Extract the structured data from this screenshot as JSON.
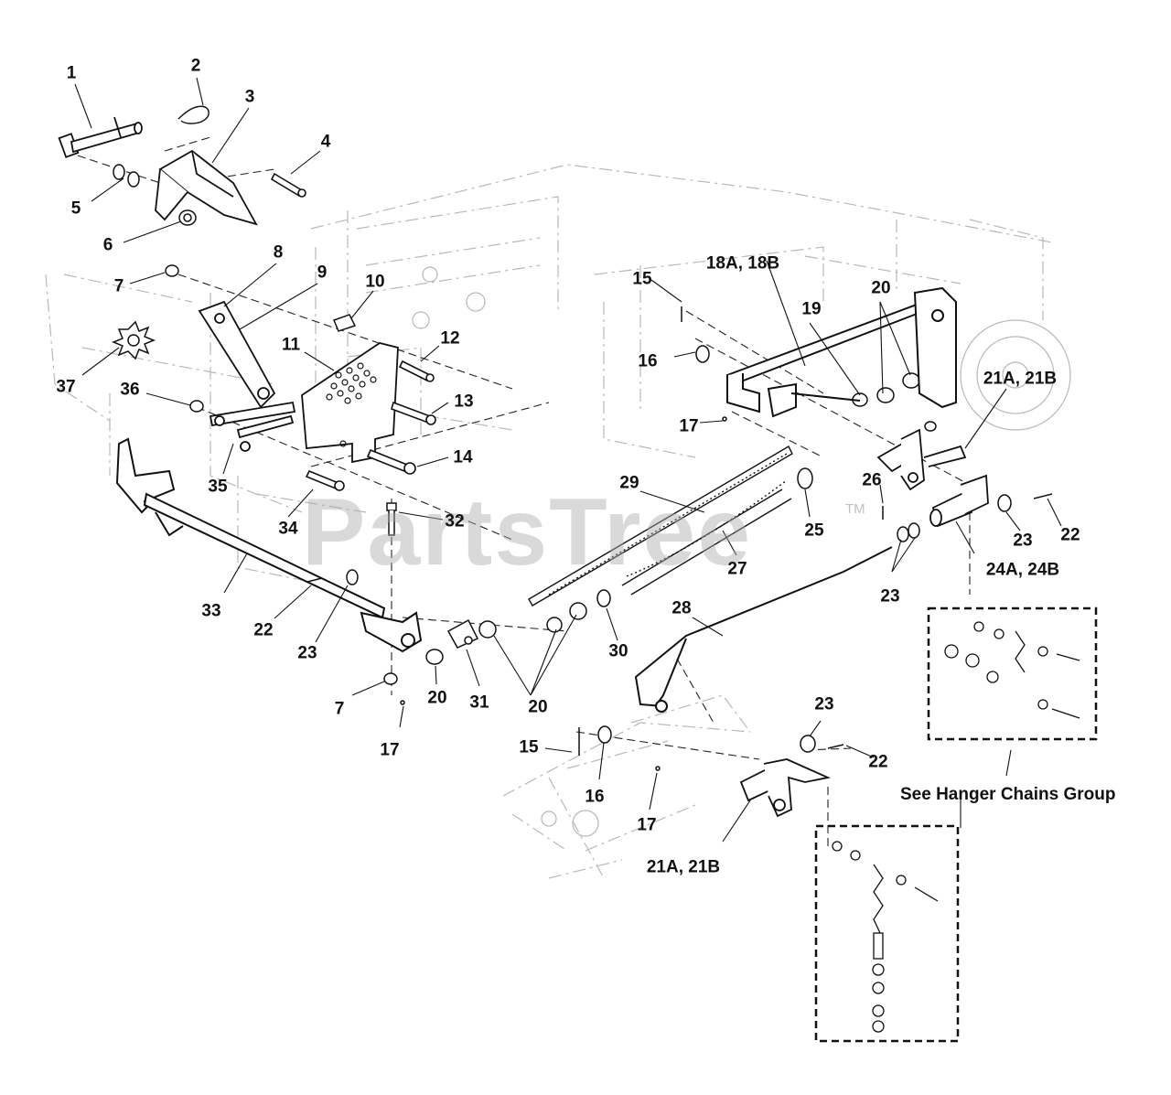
{
  "diagram": {
    "watermark": "PartsTree",
    "trademark": "TM",
    "group_note": "See Hanger Chains Group",
    "callouts": [
      {
        "id": "c1",
        "text": "1"
      },
      {
        "id": "c2",
        "text": "2"
      },
      {
        "id": "c3",
        "text": "3"
      },
      {
        "id": "c4",
        "text": "4"
      },
      {
        "id": "c5",
        "text": "5"
      },
      {
        "id": "c6",
        "text": "6"
      },
      {
        "id": "c7a",
        "text": "7"
      },
      {
        "id": "c8",
        "text": "8"
      },
      {
        "id": "c9",
        "text": "9"
      },
      {
        "id": "c10",
        "text": "10"
      },
      {
        "id": "c11",
        "text": "11"
      },
      {
        "id": "c12",
        "text": "12"
      },
      {
        "id": "c13",
        "text": "13"
      },
      {
        "id": "c14",
        "text": "14"
      },
      {
        "id": "c15a",
        "text": "15"
      },
      {
        "id": "c16a",
        "text": "16"
      },
      {
        "id": "c17a",
        "text": "17"
      },
      {
        "id": "c18",
        "text": "18A, 18B"
      },
      {
        "id": "c19",
        "text": "19"
      },
      {
        "id": "c20a",
        "text": "20"
      },
      {
        "id": "c21a",
        "text": "21A, 21B"
      },
      {
        "id": "c22a",
        "text": "22"
      },
      {
        "id": "c23a",
        "text": "23"
      },
      {
        "id": "c24",
        "text": "24A, 24B"
      },
      {
        "id": "c25",
        "text": "25"
      },
      {
        "id": "c26",
        "text": "26"
      },
      {
        "id": "c27",
        "text": "27"
      },
      {
        "id": "c28",
        "text": "28"
      },
      {
        "id": "c29",
        "text": "29"
      },
      {
        "id": "c30",
        "text": "30"
      },
      {
        "id": "c31",
        "text": "31"
      },
      {
        "id": "c32",
        "text": "32"
      },
      {
        "id": "c33",
        "text": "33"
      },
      {
        "id": "c34",
        "text": "34"
      },
      {
        "id": "c35",
        "text": "35"
      },
      {
        "id": "c36",
        "text": "36"
      },
      {
        "id": "c37",
        "text": "37"
      },
      {
        "id": "c7b",
        "text": "7"
      },
      {
        "id": "c17b",
        "text": "17"
      },
      {
        "id": "c20b",
        "text": "20"
      },
      {
        "id": "c20c",
        "text": "20"
      },
      {
        "id": "c22b",
        "text": "22"
      },
      {
        "id": "c23b",
        "text": "23"
      },
      {
        "id": "c23c",
        "text": "23"
      },
      {
        "id": "c23d",
        "text": "23"
      },
      {
        "id": "c15b",
        "text": "15"
      },
      {
        "id": "c16b",
        "text": "16"
      },
      {
        "id": "c17c",
        "text": "17"
      },
      {
        "id": "c21b",
        "text": "21A, 21B"
      },
      {
        "id": "c22c",
        "text": "22"
      }
    ]
  }
}
